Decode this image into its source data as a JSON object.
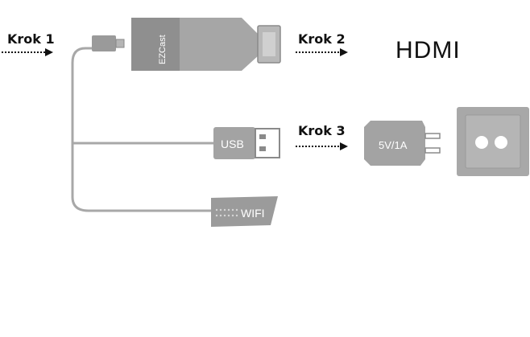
{
  "steps": {
    "step1": "Krok 1",
    "step2": "Krok 2",
    "step3": "Krok 3"
  },
  "labels": {
    "hdmi": "HDMI",
    "dongle_brand": "EZCast",
    "usb": "USB",
    "adapter_rating": "5V/1A",
    "wifi": "WIFI"
  },
  "colors": {
    "device_gray": "#a3a3a3",
    "device_dark": "#8e8e8e",
    "cable_gray": "#a8a8a8",
    "text_dark": "#111111"
  },
  "icons": {
    "dongle": "ezcast-dongle-icon",
    "hdmi_connector": "hdmi-connector-icon",
    "usb_plug": "usb-plug-icon",
    "power_adapter": "power-adapter-icon",
    "wall_socket": "wall-socket-icon",
    "wifi_antenna": "wifi-antenna-icon"
  }
}
